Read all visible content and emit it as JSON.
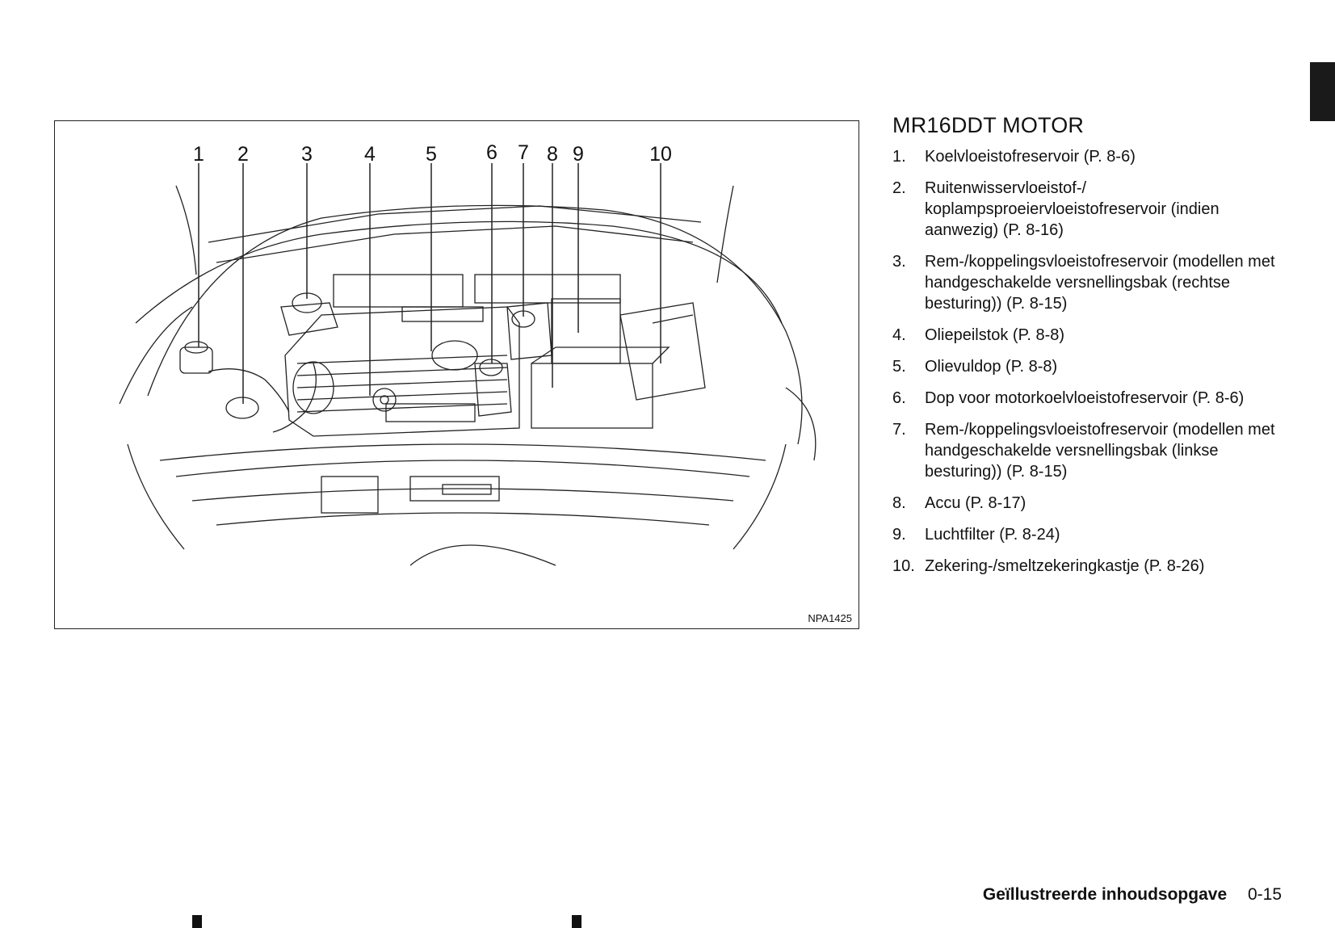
{
  "section": {
    "title": "MR16DDT MOTOR",
    "items": [
      {
        "num": "1.",
        "text": "Koelvloeistofreservoir (P. 8-6)"
      },
      {
        "num": "2.",
        "text": "Ruitenwisservloeistof-/ koplampsproeiervloeistofreservoir (indien aanwezig) (P. 8-16)"
      },
      {
        "num": "3.",
        "text": "Rem-/koppelingsvloeistofreservoir (modellen met handgeschakelde versnellingsbak (rechtse besturing)) (P. 8-15)"
      },
      {
        "num": "4.",
        "text": "Oliepeilstok (P. 8-8)"
      },
      {
        "num": "5.",
        "text": "Olievuldop (P. 8-8)"
      },
      {
        "num": "6.",
        "text": "Dop voor motorkoelvloeistofreservoir (P. 8-6)"
      },
      {
        "num": "7.",
        "text": "Rem-/koppelingsvloeistofreservoir (modellen met handgeschakelde versnellingsbak (linkse besturing)) (P. 8-15)"
      },
      {
        "num": "8.",
        "text": "Accu (P. 8-17)"
      },
      {
        "num": "9.",
        "text": "Luchtfilter (P. 8-24)"
      },
      {
        "num": "10.",
        "text": "Zekering-/smeltzekeringkastje (P. 8-26)"
      }
    ]
  },
  "figure": {
    "callouts": [
      "1",
      "2",
      "3",
      "4",
      "5",
      "6",
      "7",
      "8",
      "9",
      "10"
    ],
    "code": "NPA1425"
  },
  "footer": {
    "title": "Geïllustreerde inhoudsopgave",
    "page": "0-15"
  }
}
